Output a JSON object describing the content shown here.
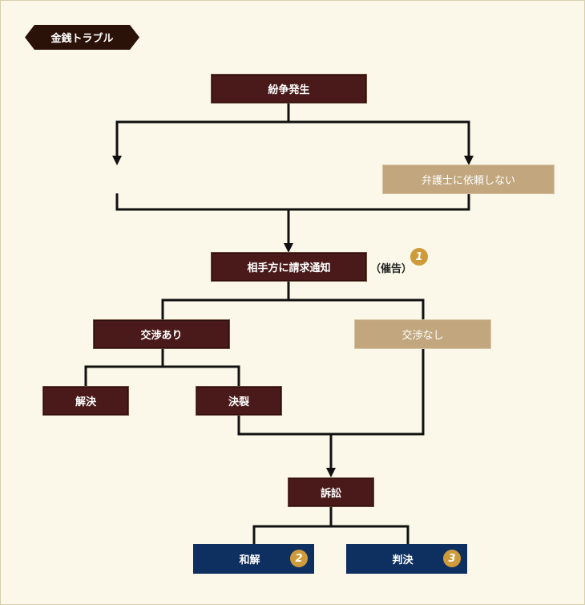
{
  "tag": {
    "label": "金銭トラブル"
  },
  "nodes": {
    "dispute": "紛争発生",
    "no_lawyer": "弁護士に依頼しない",
    "demand_notice": "相手方に請求通知",
    "demand_note": "（催告）",
    "negotiation_yes": "交渉あり",
    "negotiation_no": "交渉なし",
    "resolved": "解決",
    "breakdown": "決裂",
    "lawsuit": "訴訟",
    "settlement": "和解",
    "judgment": "判決"
  },
  "badges": {
    "b1": "1",
    "b2": "2",
    "b3": "3"
  },
  "colors": {
    "dark_box": "#4a1a1a",
    "tan_box": "#c2a77e",
    "navy_box": "#0e3060",
    "badge": "#cf9a3a",
    "background": "#fbf8e9"
  }
}
